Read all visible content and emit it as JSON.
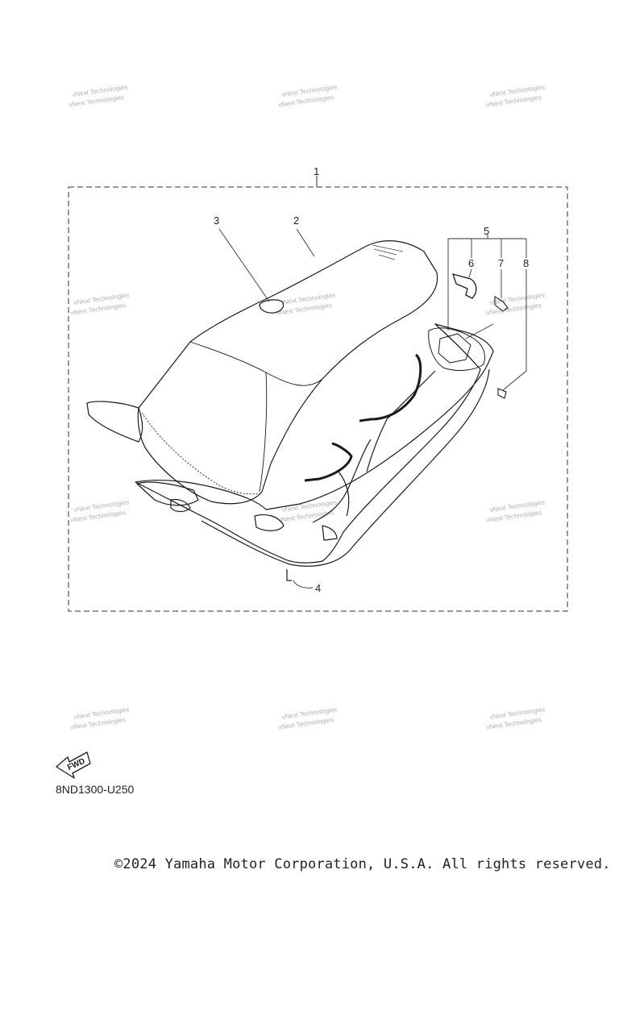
{
  "watermark": {
    "text": "vNext Technologies"
  },
  "callouts": {
    "c1": "1",
    "c2": "2",
    "c3": "3",
    "c4": "4",
    "c5": "5",
    "c6": "6",
    "c7": "7",
    "c8": "8"
  },
  "fwd_label": "FWD",
  "part_code": "8ND1300-U250",
  "copyright": "©2024 Yamaha Motor Corporation, U.S.A. All rights reserved.",
  "colors": {
    "line": "#1a1a1a",
    "watermark": "#b0b0b0"
  }
}
